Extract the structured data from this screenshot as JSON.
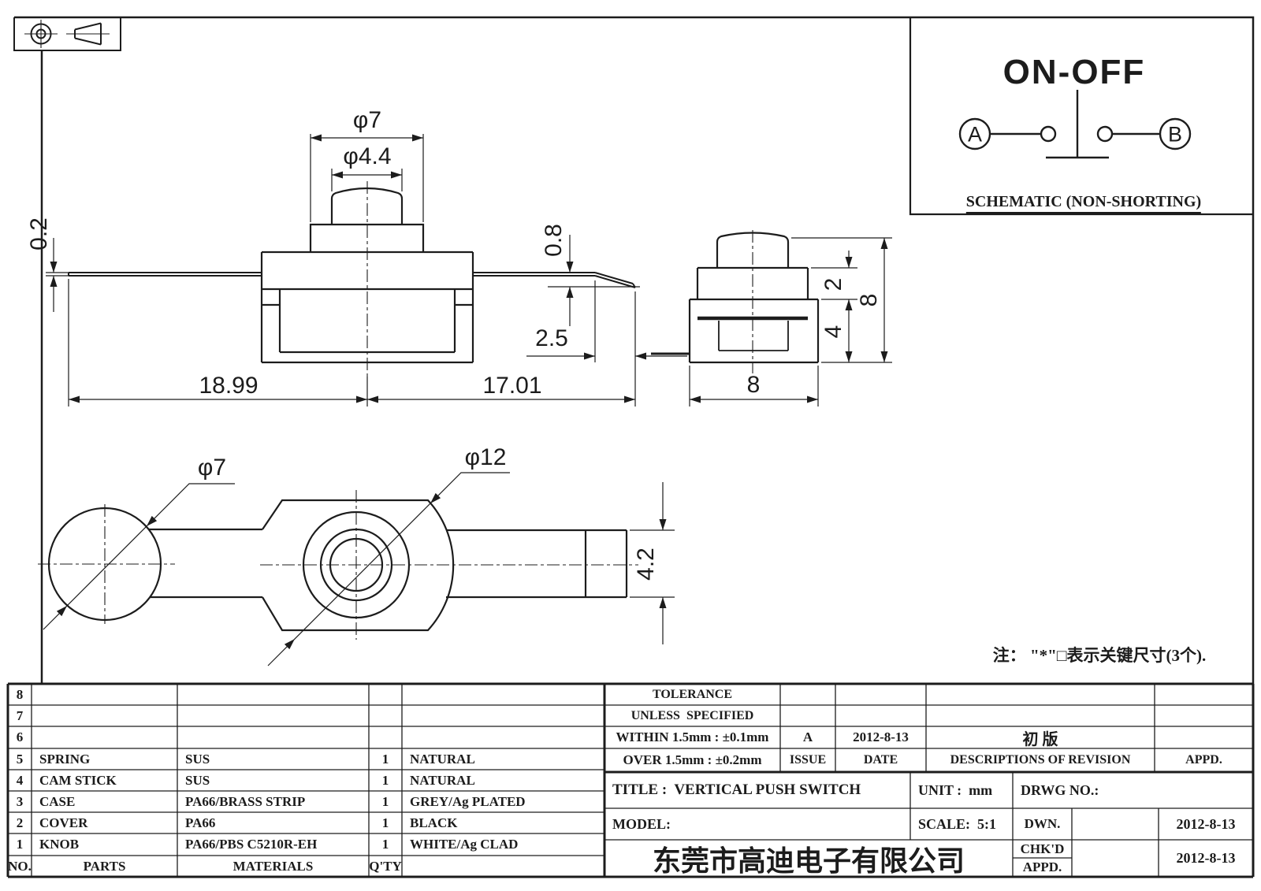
{
  "sheet": {
    "background": "#ffffff",
    "ink": "#1c1c1c"
  },
  "projection": {
    "symbol": "first-angle-projection"
  },
  "schematic": {
    "title": "ON-OFF",
    "terminal_a": "A",
    "terminal_b": "B",
    "caption": "SCHEMATIC (NON-SHORTING)"
  },
  "views": {
    "front": {
      "dia_knob": "φ7",
      "dia_cap": "φ4.4",
      "lead_thickness": "0.2",
      "lead_left": "18.99",
      "lead_right": "17.01",
      "bend_drop": "0.8",
      "bend_run": "2.5"
    },
    "side": {
      "cover_h": "2",
      "case_h": "4",
      "total_h": "8",
      "width": "8"
    },
    "cam": {
      "dia_ball": "φ7",
      "dia_hub": "φ12",
      "arm_h": "4.2"
    }
  },
  "note": "注： \"*\"□表示关键尺寸(3个).",
  "parts_table": {
    "headers": {
      "no": "NO.",
      "parts": "PARTS",
      "materials": "MATERIALS",
      "qty": "Q'TY"
    },
    "rows": [
      {
        "no": "8",
        "parts": "",
        "materials": "",
        "qty": "",
        "finish": ""
      },
      {
        "no": "7",
        "parts": "",
        "materials": "",
        "qty": "",
        "finish": ""
      },
      {
        "no": "6",
        "parts": "",
        "materials": "",
        "qty": "",
        "finish": ""
      },
      {
        "no": "5",
        "parts": "SPRING",
        "materials": "SUS",
        "qty": "1",
        "finish": "NATURAL"
      },
      {
        "no": "4",
        "parts": "CAM STICK",
        "materials": "SUS",
        "qty": "1",
        "finish": "NATURAL"
      },
      {
        "no": "3",
        "parts": "CASE",
        "materials": "PA66/BRASS STRIP",
        "qty": "1",
        "finish": "GREY/Ag PLATED"
      },
      {
        "no": "2",
        "parts": "COVER",
        "materials": "PA66",
        "qty": "1",
        "finish": "BLACK"
      },
      {
        "no": "1",
        "parts": "KNOB",
        "materials": "PA66/PBS C5210R-EH",
        "qty": "1",
        "finish": "WHITE/Ag CLAD"
      }
    ]
  },
  "title_block": {
    "tolerance_title": "TOLERANCE",
    "tolerance_sub": "UNLESS  SPECIFIED",
    "within": "WITHIN 1.5mm : ±0.1mm",
    "over": "OVER 1.5mm : ±0.2mm",
    "issue_value": "A",
    "issue_label": "ISSUE",
    "date_value": "2012-8-13",
    "date_label": "DATE",
    "revision_value": "初 版",
    "revision_label": "DESCRIPTIONS OF REVISION",
    "appd_label": "APPD.",
    "title": "TITLE :  VERTICAL PUSH SWITCH",
    "unit": "UNIT :  mm",
    "drwg_no": "DRWG NO.:",
    "model": "MODEL:",
    "scale": "SCALE:  5:1",
    "dwn_label": "DWN.",
    "dwn_date": "2012-8-13",
    "chkd_label": "CHK'D",
    "chkd_date": "2012-8-13",
    "appd_row_label": "APPD.",
    "company": "东莞市高迪电子有限公司"
  }
}
